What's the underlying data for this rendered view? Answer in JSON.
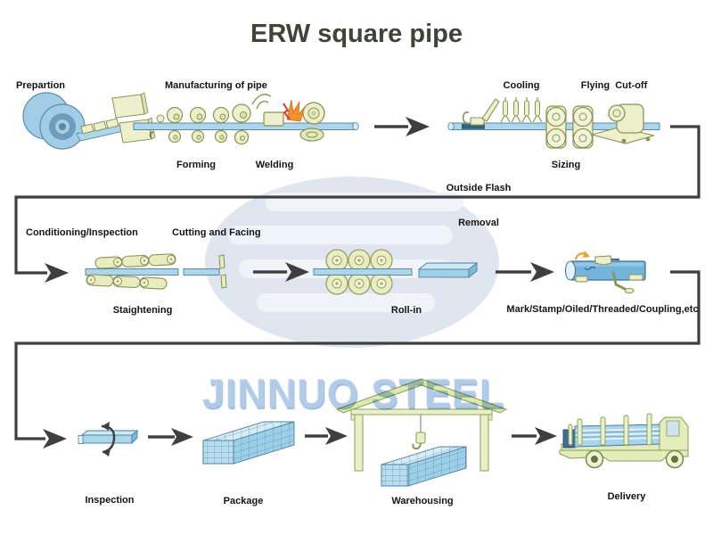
{
  "title": "ERW square pipe",
  "watermark": {
    "text": "JINNUO STEEL"
  },
  "labels": {
    "prepartion": "Prepartion",
    "manufacturing": "Manufacturing of pipe",
    "forming": "Forming",
    "welding": "Welding",
    "outside_flash_line1": "Outside Flash",
    "outside_flash_line2": "Removal",
    "cooling": "Cooling",
    "sizing": "Sizing",
    "flying_cutoff": "Flying  Cut-off",
    "conditioning": "Conditioning/Inspection",
    "cutting_facing": "Cutting and Facing",
    "staightening": "Staightening",
    "rollin": "Roll-in",
    "mark": "Mark/Stamp/Oiled/Threaded/Coupling,etc",
    "inspection": "Inspection",
    "package": "Package",
    "warehousing": "Warehousing",
    "delivery": "Delivery"
  },
  "colors": {
    "title_text": "#3f4536",
    "label_text": "#141414",
    "arrow_dark": "#3f3f3f",
    "pipe_blue": "#aed6eb",
    "pipe_outline": "#4d7f9e",
    "dark_pipe_segment": "#31627f",
    "machine_yellow": "#eef0cd",
    "machine_outline": "#8b9355",
    "structure_green": "#e2edbc",
    "flame_orange": "#f2932e",
    "flame_red": "#df3a2a",
    "bundle_blue": "#b9def0",
    "watermark_text_blue": "#9fc0e2",
    "watermark_logo_blue": "#ccd6e6"
  }
}
